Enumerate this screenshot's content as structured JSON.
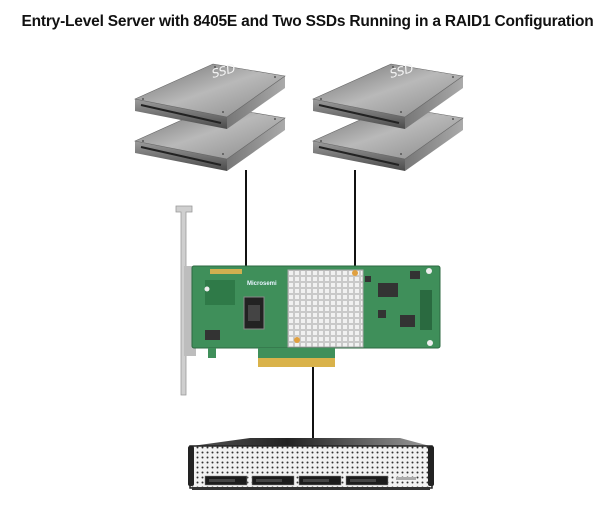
{
  "title": "Entry-Level Server with 8405E and Two SSDs Running in a RAID1 Configuration",
  "diagram": {
    "ssd_label": "SSD",
    "raid_card_logo": "Microsemi",
    "ssd_groups": [
      {
        "name": "left",
        "count": 2
      },
      {
        "name": "right",
        "count": 2
      }
    ],
    "colors": {
      "pcb": "#3f8f5a",
      "heatsink": "#d8d8d8",
      "cable": "#111111",
      "ssd": "#9a9a9a",
      "gold": "#d9b24a"
    }
  }
}
